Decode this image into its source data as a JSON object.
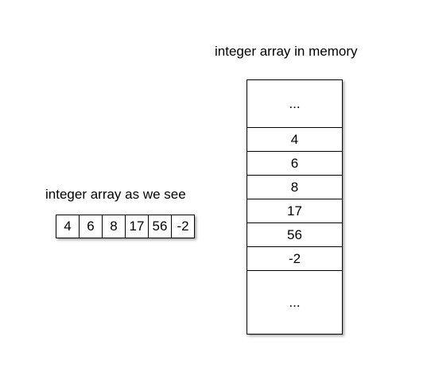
{
  "left": {
    "label": "integer array as we see",
    "cells": [
      "4",
      "6",
      "8",
      "17",
      "56",
      "-2"
    ]
  },
  "right": {
    "label": "integer array in memory",
    "top_ellipsis": "...",
    "cells": [
      "4",
      "6",
      "8",
      "17",
      "56",
      "-2"
    ],
    "bottom_ellipsis": "..."
  }
}
